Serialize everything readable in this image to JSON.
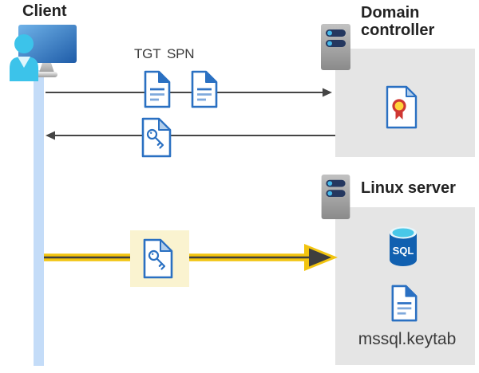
{
  "client": {
    "label": "Client"
  },
  "flow_labels": {
    "tgt": "TGT",
    "spn": "SPN"
  },
  "domain_controller": {
    "label": "Domain controller"
  },
  "linux_server": {
    "label": "Linux server",
    "sql_badge": "SQL",
    "keytab_file": "mssql.keytab"
  },
  "icons": {
    "client": "user-at-monitor-icon",
    "domain_controller": "server-rack-icon",
    "linux_server": "server-rack-icon",
    "tgt": "document-icon",
    "spn": "document-icon",
    "session_ticket": "key-document-icon",
    "certificate": "certificate-document-icon",
    "database": "sql-database-cylinder-icon",
    "keytab": "document-icon"
  },
  "colors": {
    "accent_blue": "#2A70C2",
    "fold_light_blue": "#B3CFEC",
    "lifeline_blue": "#C4DCF8",
    "person_cyan": "#3CC3EA",
    "arrow_gray": "#454545",
    "panel_gray": "#E5E5E5",
    "server_bar_navy": "#24375F",
    "server_dot_blue": "#45B8E8",
    "highlight_bg": "#FAF3D0",
    "arrow_yellow": "#F2C40F",
    "sql_body_blue": "#1160B0",
    "sql_top_cyan": "#49C8E8",
    "cert_red": "#CF3732",
    "cert_gold": "#FFD43A",
    "text_color": "#262626"
  }
}
